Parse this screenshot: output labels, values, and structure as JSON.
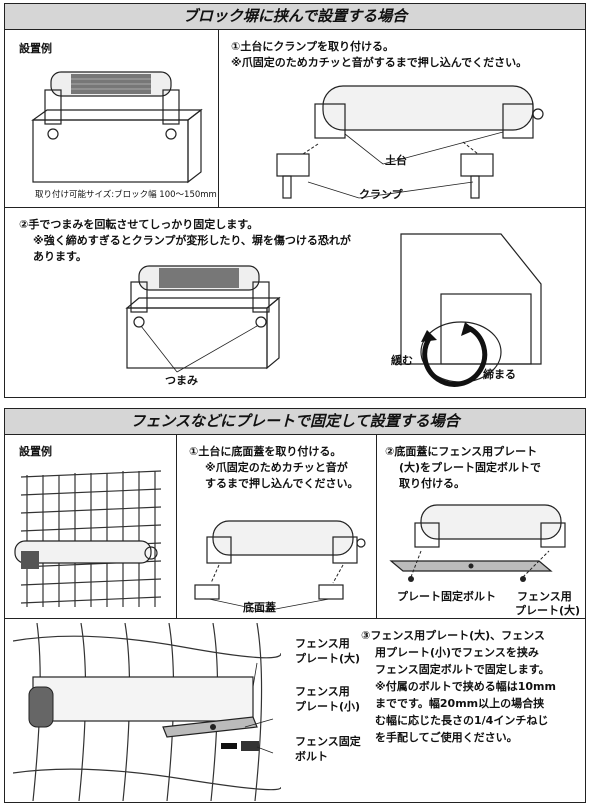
{
  "section1": {
    "title": "ブロック塀に挟んで設置する場合",
    "example": {
      "heading": "設置例",
      "caption": "取り付け可能サイズ:ブロック幅 100～150mm"
    },
    "step1": {
      "lines": [
        "①土台にクランプを取り付ける。",
        "※爪固定のためカチッと音がするまで押し込んでください。"
      ],
      "labels": {
        "base": "土台",
        "clamp": "クランプ"
      }
    },
    "step2": {
      "lines": [
        "②手でつまみを回転させてしっかり固定します。",
        "※強く締めすぎるとクランプが変形したり、塀を傷つける恐れが",
        "あります。"
      ],
      "labels": {
        "knob": "つまみ",
        "loosen": "緩む",
        "tighten": "締まる"
      }
    }
  },
  "section2": {
    "title": "フェンスなどにプレートで固定して設置する場合",
    "example": {
      "heading": "設置例"
    },
    "step1": {
      "lines": [
        "①土台に底面蓋を取り付ける。",
        "※爪固定のためカチッと音が",
        "するまで押し込んでください。"
      ],
      "labels": {
        "cover": "底面蓋"
      }
    },
    "step2": {
      "lines": [
        "②底面蓋にフェンス用プレート",
        "(大)をプレート固定ボルトで",
        "取り付ける。"
      ],
      "labels": {
        "bolt": "プレート固定ボルト",
        "plate_large_1": "フェンス用",
        "plate_large_2": "プレート(大)"
      }
    },
    "step3": {
      "lines": [
        "③フェンス用プレート(大)、フェンス",
        "用プレート(小)でフェンスを挟み",
        "フェンス固定ボルトで固定します。",
        "※付属のボルトで挟める幅は10mm",
        "までです。幅20mm以上の場合挟",
        "む幅に応じた長さの1/4インチねじ",
        "を手配してご使用ください。"
      ],
      "labels": {
        "large_1": "フェンス用",
        "large_2": "プレート(大)",
        "small_1": "フェンス用",
        "small_2": "プレート(小)",
        "bolt_1": "フェンス固定",
        "bolt_2": "ボルト"
      }
    }
  }
}
